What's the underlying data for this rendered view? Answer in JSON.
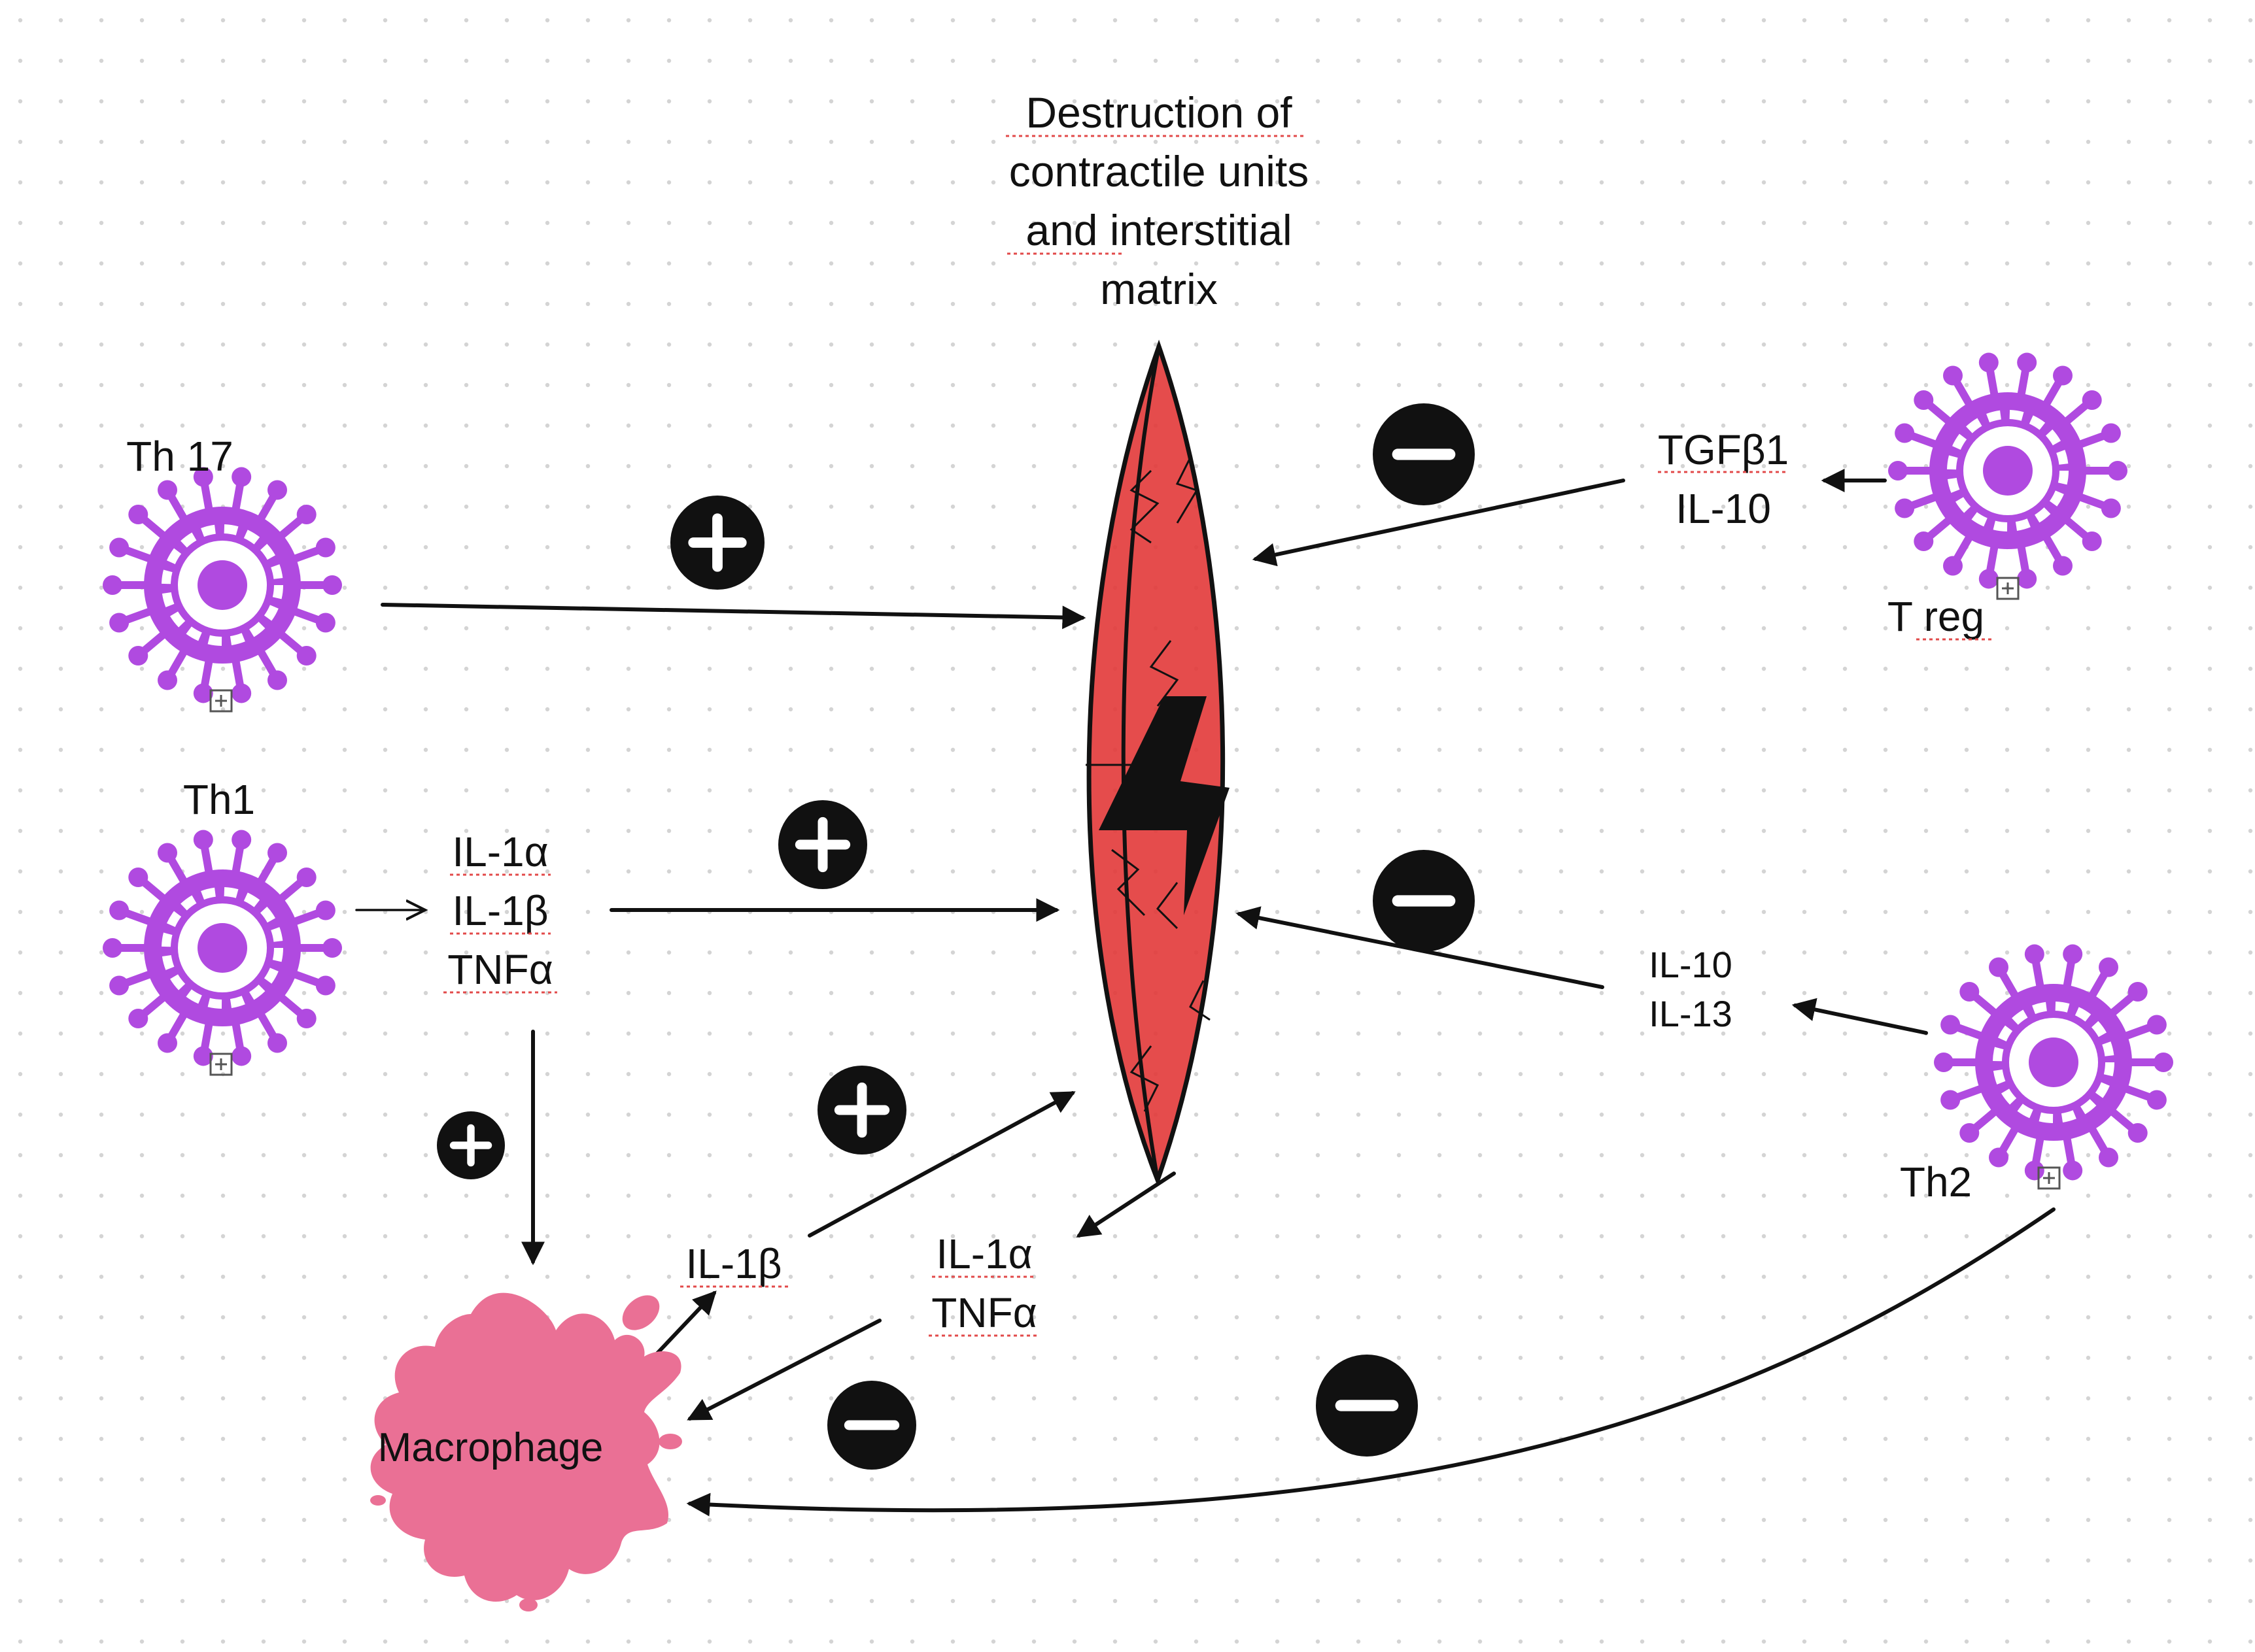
{
  "title_lines": [
    "Destruction of",
    "contractile units",
    "and interstitial",
    "matrix"
  ],
  "cells": {
    "th17": "Th 17",
    "th1": "Th1",
    "treg": "T reg",
    "th2": "Th2",
    "macrophage": "Macrophage"
  },
  "cytokines": {
    "th1_group": [
      "IL-1α",
      "IL-1β",
      "TNFα"
    ],
    "treg_group": [
      "TGFβ1",
      "IL-10"
    ],
    "th2_group": [
      "IL-10",
      "IL-13"
    ],
    "macrophage_out": "IL-1β",
    "fiber_out": [
      "IL-1α",
      "TNFα"
    ]
  },
  "signs": {
    "plus": "+",
    "minus": "−"
  },
  "colors": {
    "cell": "#b04ae0",
    "macrophage": "#ea7095",
    "fiber": "#e23838",
    "arrow": "#111111",
    "dot_grid": "#d4d4d4",
    "underline": "#e24a4a"
  },
  "icons": {
    "cell": "lymphocyte-icon",
    "macrophage": "macrophage-blob-icon",
    "fiber": "muscle-fiber-icon",
    "damage": "lightning-bolt-icon",
    "expand": "expand-box-icon"
  }
}
